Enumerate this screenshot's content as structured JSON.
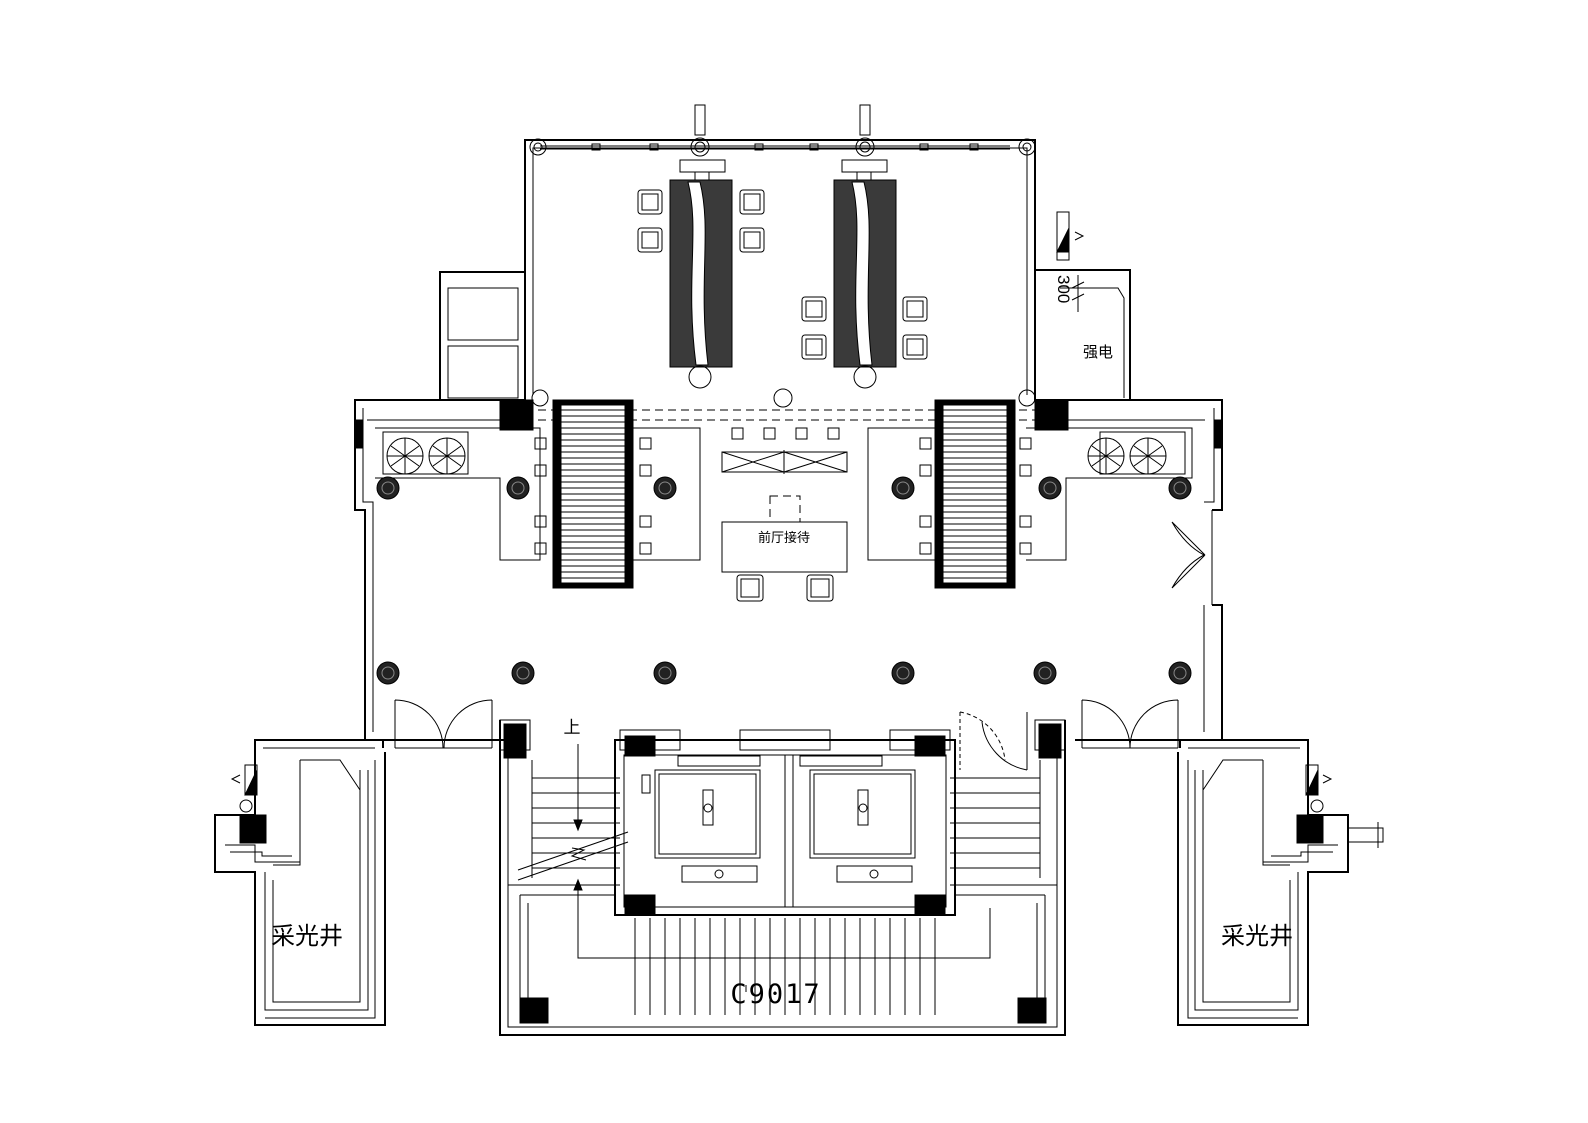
{
  "labels": {
    "reception": "前厅接待",
    "power_room": "强电",
    "dimension": "300",
    "stair_up": "上",
    "light_well_left": "采光井",
    "light_well_right": "采光井",
    "window_code": "C9017"
  }
}
